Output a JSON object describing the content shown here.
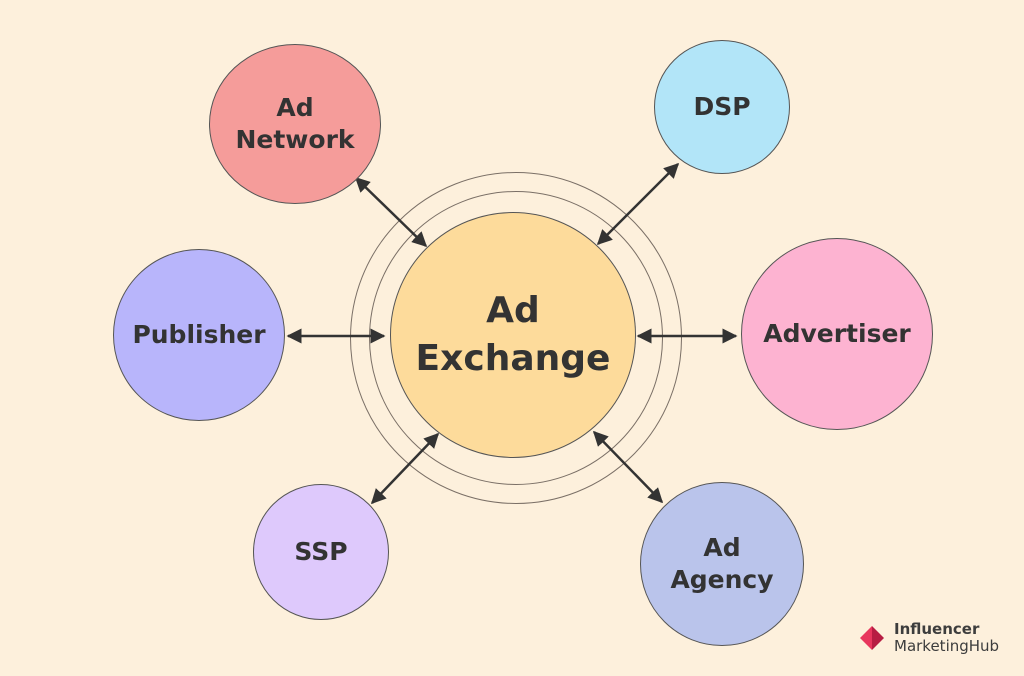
{
  "center": {
    "line1": "Ad",
    "line2": "Exchange",
    "color": "#fddb9b"
  },
  "nodes": {
    "ad_network": {
      "line1": "Ad",
      "line2": "Network",
      "color": "#f59c9a"
    },
    "dsp": {
      "line1": "DSP",
      "color": "#b2e5f8"
    },
    "publisher": {
      "line1": "Publisher",
      "color": "#b8b5fb"
    },
    "advertiser": {
      "line1": "Advertiser",
      "color": "#fdb3d1"
    },
    "ssp": {
      "line1": "SSP",
      "color": "#dec9fc"
    },
    "ad_agency": {
      "line1": "Ad",
      "line2": "Agency",
      "color": "#bac4eb"
    }
  },
  "arrow_color": "#333333",
  "background_color": "#fdf0dc",
  "logo": {
    "line1": "Influencer",
    "line2": "MarketingHub",
    "icon": "influencer-marketing-hub-logo-icon",
    "mark_color": "#e8365d"
  }
}
